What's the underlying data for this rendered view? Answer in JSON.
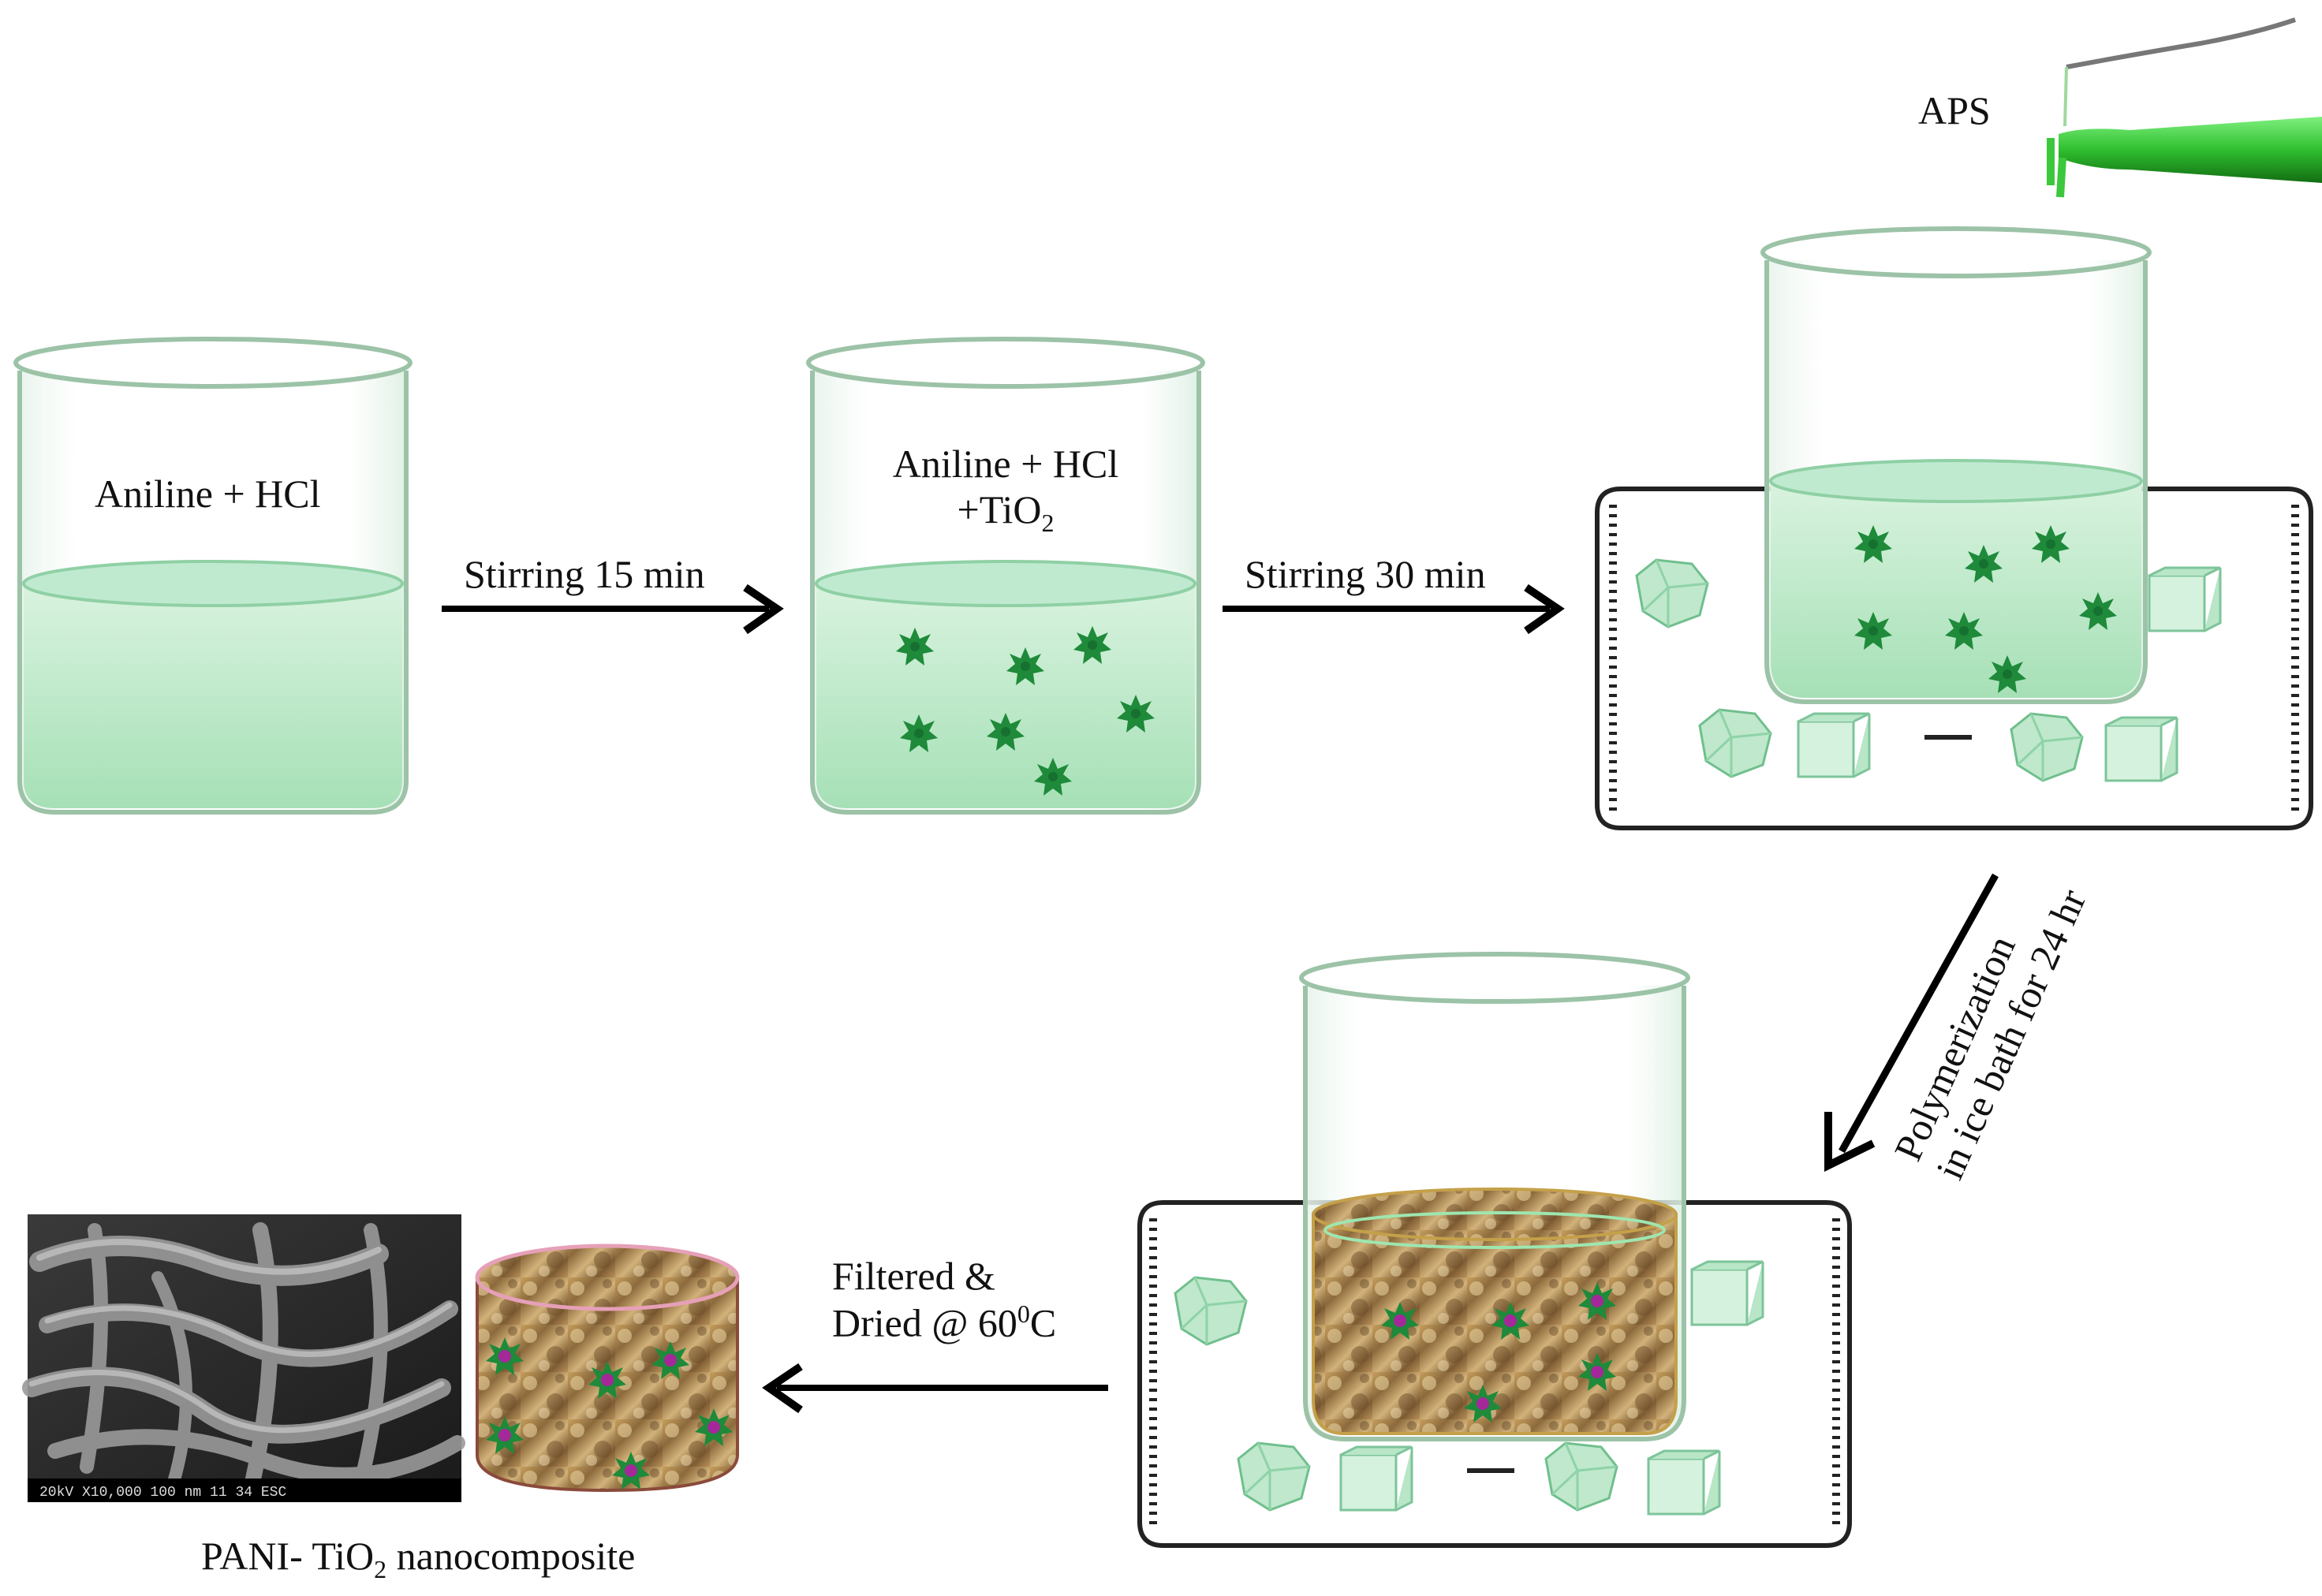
{
  "reagents": {
    "aps_label": "APS"
  },
  "beakers": {
    "b1_label": "Aniline + HCl",
    "b2_line1": "Aniline + HCl",
    "b2_line2_prefix": "+TiO",
    "b2_line2_sub": "2"
  },
  "steps": {
    "step1": "Stirring 15 min",
    "step2": "Stirring 30 min",
    "step3_line1": "Polymerization",
    "step3_line2": "in ice bath for 24 hr",
    "step4_line1": "Filtered &",
    "step4_line2_prefix": "Dried @ 60",
    "step4_line2_sup": "0",
    "step4_line2_suffix": "C"
  },
  "product": {
    "caption_prefix": "PANI- TiO",
    "caption_sub": "2",
    "caption_suffix": " nanocomposite",
    "sem_scale_text": "20kV  X10,000  100 nm  11 34  ESC"
  },
  "colors": {
    "liquid": "#bfe9c9",
    "liquid_top": "#9edcb0",
    "particle": "#1e8a3a",
    "particle_core": "#a5289a",
    "glass_edge": "#7fa88a",
    "ice": "#8fd3a8",
    "pani": "#b38a4f",
    "arrow": "#000000",
    "bottle": "#3cc83c"
  }
}
